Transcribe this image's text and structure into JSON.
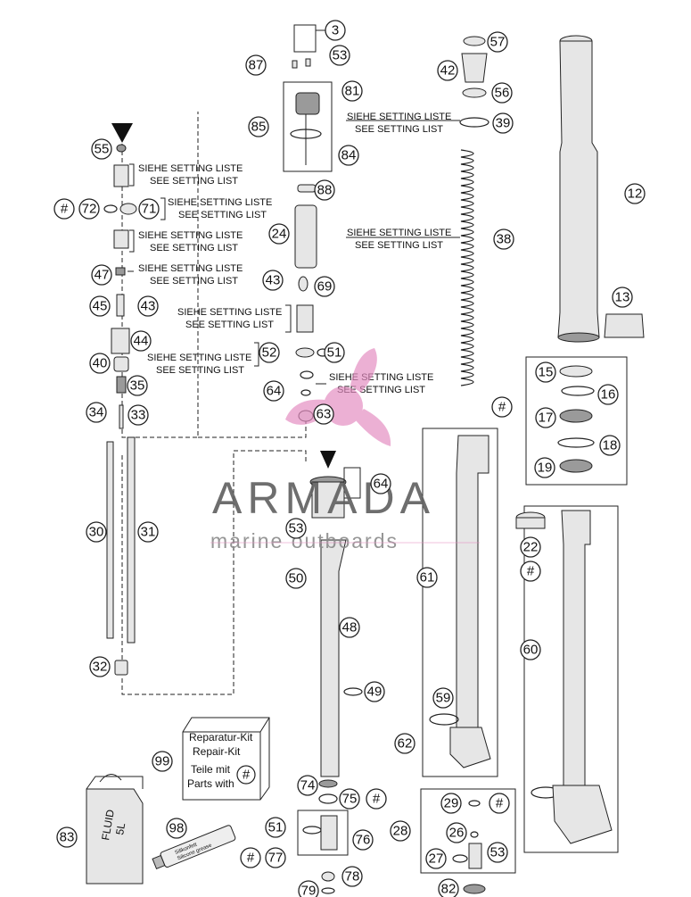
{
  "callouts": {
    "n3": "3",
    "n87": "87",
    "n53a": "53",
    "n81": "81",
    "n85": "85",
    "n84": "84",
    "n88": "88",
    "n24": "24",
    "n43a": "43",
    "n69": "69",
    "n52": "52",
    "n51a": "51",
    "n64a": "64",
    "n63": "63",
    "n57": "57",
    "n42": "42",
    "n56": "56",
    "n39": "39",
    "n38": "38",
    "n12": "12",
    "n13": "13",
    "n15": "15",
    "n16": "16",
    "n17": "17",
    "n18": "18",
    "n19": "19",
    "hash_seals": "#",
    "n55": "55",
    "hash72": "#",
    "n72": "72",
    "n71": "71",
    "n47": "47",
    "n45": "45",
    "n43b": "43",
    "n44": "44",
    "n40": "40",
    "n35": "35",
    "n34": "34",
    "n33": "33",
    "n30": "30",
    "n31": "31",
    "n32": "32",
    "n64b": "64",
    "n53b": "53",
    "n50": "50",
    "n48": "48",
    "n49": "49",
    "n61": "61",
    "n59": "59",
    "n62": "62",
    "n22": "22",
    "hash22": "#",
    "n60": "60",
    "n99": "99",
    "n74": "74",
    "n75": "75",
    "hash75": "#",
    "n83": "83",
    "n98": "98",
    "n51b": "51",
    "n76": "76",
    "hash77": "#",
    "n77": "77",
    "n78": "78",
    "n79": "79",
    "n28": "28",
    "n29": "29",
    "hash29": "#",
    "n26": "26",
    "n27": "27",
    "n53c": "53",
    "n82": "82"
  },
  "setting_notes": {
    "de": "SIEHE SETTING LISTE",
    "en": "SEE SETTING LIST"
  },
  "repair_box": {
    "line1": "Reparatur-Kit",
    "line2": "Repair-Kit",
    "line3": "Teile mit",
    "line4": "Parts with",
    "hash": "#"
  },
  "fluid_can": {
    "line1": "FLUID",
    "line2": "5L"
  },
  "grease_tube": {
    "line1": "Silikonfett",
    "line2": "Silicone grease"
  },
  "watermark": {
    "title": "ARMADA",
    "subtitle": "marine outboards",
    "accent_color": "#e48bc0",
    "text_color": "#5f5f5f"
  }
}
